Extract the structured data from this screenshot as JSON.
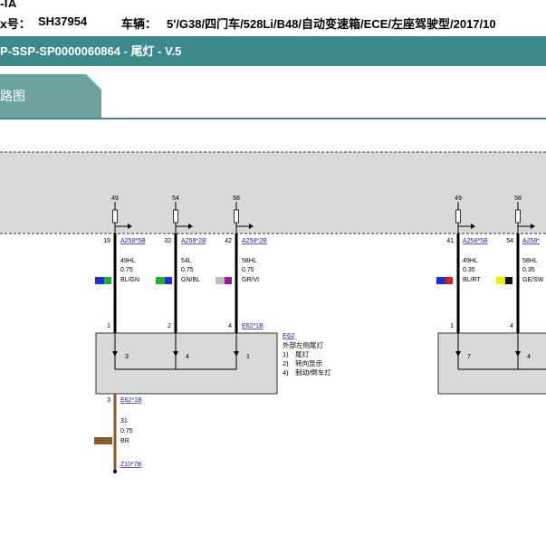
{
  "header": {
    "top_cut": "-IA",
    "id_label": "ⅹ号：",
    "id_value": "SH37954",
    "vehicle_label": "车辆：",
    "vehicle_value": "5'/G38/四门车/528Li/B48/自动变速箱/ECE/左座驾驶型/2017/10"
  },
  "doc_title": "P-SSP-SP0000060864 - 尾灯 - V.5",
  "tab": {
    "label": "路图"
  },
  "diagram": {
    "top_pins": [
      "49",
      "54",
      "58",
      "49",
      "58"
    ],
    "wires": [
      {
        "pin": "19",
        "connector": "A258*5B",
        "circuit": "49HL",
        "size": "0.75",
        "color": "BL/GN",
        "c1": "#1d2ee0",
        "c2": "#1fb329"
      },
      {
        "pin": "32",
        "connector": "A258*2B",
        "circuit": "54L",
        "size": "0.75",
        "color": "GN/BL",
        "c1": "#1fb329",
        "c2": "#1d2ee0"
      },
      {
        "pin": "42",
        "connector": "A258*2B",
        "circuit": "58HL",
        "size": "0.75",
        "color": "GR/VI",
        "c1": "#bdbdbd",
        "c2": "#9a1aa0"
      },
      {
        "pin": "41",
        "connector": "A258*5B",
        "circuit": "49HL",
        "size": "0.35",
        "color": "BL/RT",
        "c1": "#1d2ee0",
        "c2": "#e01a1a"
      },
      {
        "pin": "54",
        "connector": "A258*",
        "circuit": "58HL",
        "size": "0.35",
        "color": "GE/SW",
        "c1": "#f2ea00",
        "c2": "#111111"
      }
    ],
    "left_comp": {
      "pins": [
        "1",
        "2",
        "4"
      ],
      "connector": "E62*1B",
      "name": "E62",
      "desc": "外部左侧尾灯",
      "items": [
        "1)　尾灯",
        "2)　转向显示",
        "4)　制动/倒车灯"
      ],
      "internal": [
        "3",
        "4",
        "1"
      ]
    },
    "right_comp": {
      "pins": [
        "1",
        "4"
      ],
      "internal": [
        "7",
        "4"
      ]
    },
    "ground": {
      "pin": "3",
      "connector": "E62*1B",
      "circuit": "31",
      "size": "0.75",
      "color": "BR",
      "c1": "#8a5a2b",
      "bottom": "Z10*7B"
    }
  }
}
